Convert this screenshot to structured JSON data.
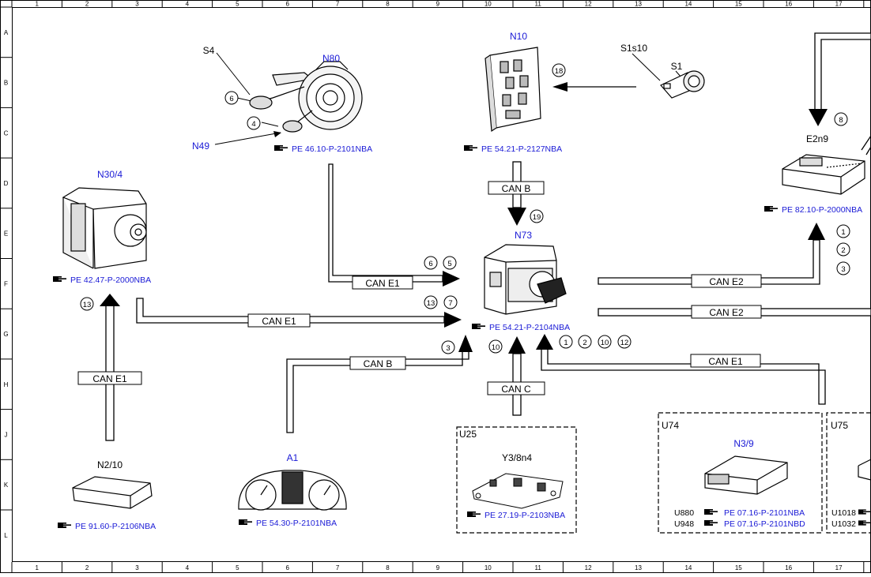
{
  "grid": {
    "columns": [
      "1",
      "2",
      "3",
      "4",
      "5",
      "6",
      "7",
      "8",
      "9",
      "10",
      "11",
      "12",
      "13",
      "14",
      "15",
      "16",
      "17"
    ],
    "rows": [
      "A",
      "B",
      "C",
      "D",
      "E",
      "F",
      "G",
      "H",
      "J",
      "K",
      "L"
    ]
  },
  "components": {
    "n10": {
      "label": "N10",
      "ref": "PE 54.21-P-2127NBA"
    },
    "n80": {
      "label": "N80",
      "ref": "PE 46.10-P-2101NBA"
    },
    "s4": {
      "label": "S4"
    },
    "n49": {
      "label": "N49"
    },
    "s1s10": {
      "label": "S1s10"
    },
    "s1": {
      "label": "S1"
    },
    "e2n9": {
      "label": "E2n9",
      "ref": "PE 82.10-P-2000NBA"
    },
    "n30_4": {
      "label": "N30/4",
      "ref": "PE 42.47-P-2000NBA"
    },
    "n73": {
      "label": "N73",
      "ref": "PE 54.21-P-2104NBA"
    },
    "n2_10": {
      "label": "N2/10",
      "ref": "PE 91.60-P-2106NBA"
    },
    "a1": {
      "label": "A1",
      "ref": "PE 54.30-P-2101NBA"
    },
    "u25": {
      "box_label": "U25",
      "label": "Y3/8n4",
      "ref": "PE 27.19-P-2103NBA"
    },
    "u74": {
      "box_label": "U74",
      "label": "N3/9",
      "codes": [
        "U880",
        "U948"
      ],
      "refs": [
        "PE 07.16-P-2101NBA",
        "PE 07.16-P-2101NBD"
      ]
    },
    "u75": {
      "box_label": "U75",
      "codes": [
        "U1018",
        "U1032"
      ]
    }
  },
  "buses": {
    "can_e1": "CAN E1",
    "can_e2": "CAN E2",
    "can_b": "CAN B",
    "can_c": "CAN C"
  },
  "callouts": {
    "c1": "1",
    "c2": "2",
    "c3": "3",
    "c4": "4",
    "c5": "5",
    "c6": "6",
    "c7": "7",
    "c8": "8",
    "c10": "10",
    "c12": "12",
    "c13": "13",
    "c18": "18",
    "c19": "19"
  },
  "icons": {
    "reference": "pointing-hand-icon"
  }
}
